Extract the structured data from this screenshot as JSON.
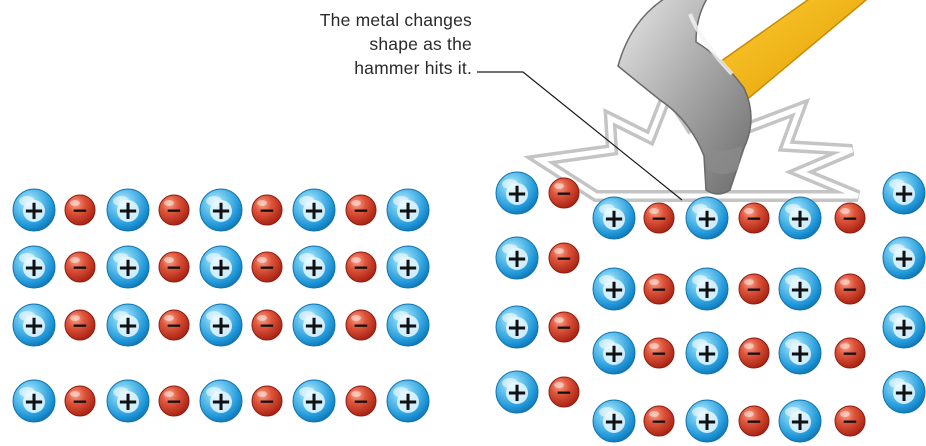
{
  "caption": {
    "lines": [
      "The metal changes",
      "shape as the",
      "hammer hits it."
    ]
  },
  "ion_symbols": {
    "positive": "+",
    "negative": "−"
  },
  "lattices": [
    {
      "name": "lattice-before",
      "rows": 4,
      "pattern": "+-+-+-+-+"
    },
    {
      "name": "lattice-after",
      "rows": 4,
      "pattern": "+-+-+-+-+",
      "state": "deformed by hammer"
    }
  ],
  "icons": {
    "hammer": "hammer-icon",
    "impact": "impact-burst-icon"
  },
  "colors": {
    "positive_ion": "#1e96d8",
    "positive_ion_light": "#9ad9f5",
    "negative_ion": "#c92f1e",
    "negative_ion_light": "#f08a70",
    "burst_outline": "#c4c4c4",
    "hammer_handle": "#f7b500",
    "hammer_head": "#9a9a9a"
  }
}
